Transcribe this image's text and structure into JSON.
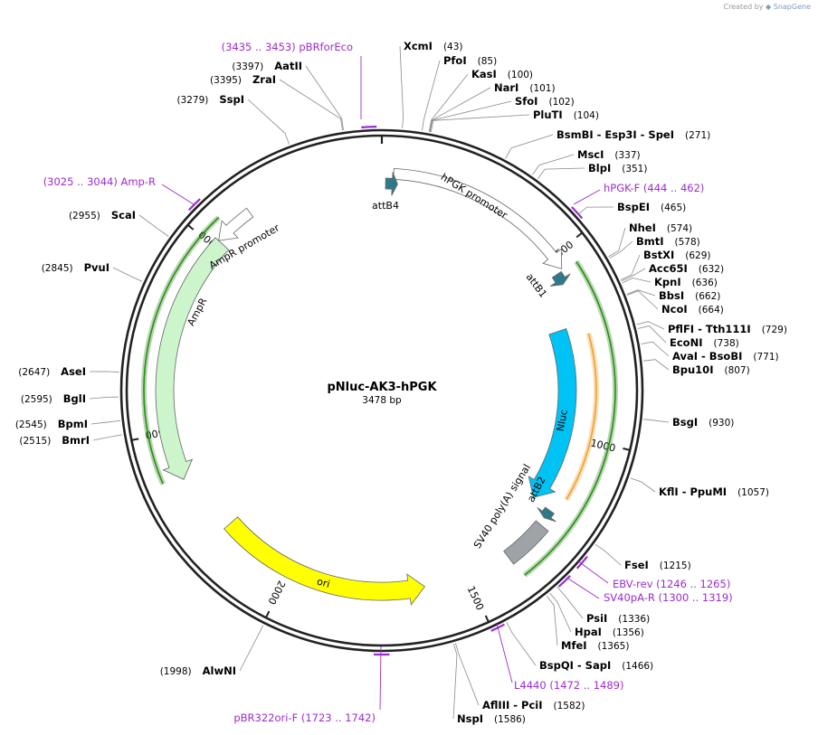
{
  "credit": {
    "prefix": "Created by",
    "brand": "SnapGene"
  },
  "plasmid": {
    "name": "pNluc-AK3-hPGK",
    "length_label": "3478 bp",
    "length": 3478
  },
  "colors": {
    "primer": "#9d2ccd",
    "ampr": "#ccf5cc",
    "nluc": "#00c3f5",
    "ori": "#ffff00",
    "polya": "#9ea3a8",
    "att": "#2e7a8a",
    "promoter": "#ffffff",
    "highlight": "#2e8b1a",
    "orange": "#f0a030"
  },
  "ticks": [
    {
      "pos": 500,
      "label": "500"
    },
    {
      "pos": 1000,
      "label": "1000"
    },
    {
      "pos": 1500,
      "label": "1500"
    },
    {
      "pos": 2000,
      "label": "2000"
    },
    {
      "pos": 2500,
      "label": "2500"
    },
    {
      "pos": 3000,
      "label": "3000"
    }
  ],
  "sites": [
    {
      "pos": 43,
      "name": "XcmI",
      "pos_label": "(43)"
    },
    {
      "pos": 85,
      "name": "PfoI",
      "pos_label": "(85)"
    },
    {
      "pos": 100,
      "name": "KasI",
      "pos_label": "(100)"
    },
    {
      "pos": 101,
      "name": "NarI",
      "pos_label": "(101)"
    },
    {
      "pos": 102,
      "name": "SfoI",
      "pos_label": "(102)"
    },
    {
      "pos": 104,
      "name": "PluTI",
      "pos_label": "(104)"
    },
    {
      "pos": 271,
      "name": "BsmBI  - Esp3I  - SpeI",
      "pos_label": "(271)"
    },
    {
      "pos": 337,
      "name": "MscI",
      "pos_label": "(337)"
    },
    {
      "pos": 351,
      "name": "BlpI",
      "pos_label": "(351)"
    },
    {
      "pos": 465,
      "name": "BspEI",
      "pos_label": "(465)"
    },
    {
      "pos": 574,
      "name": "NheI",
      "pos_label": "(574)"
    },
    {
      "pos": 578,
      "name": "BmtI",
      "pos_label": "(578)"
    },
    {
      "pos": 629,
      "name": "BstXI",
      "pos_label": "(629)"
    },
    {
      "pos": 632,
      "name": "Acc65I",
      "pos_label": "(632)"
    },
    {
      "pos": 636,
      "name": "KpnI",
      "pos_label": "(636)"
    },
    {
      "pos": 662,
      "name": "BbsI",
      "pos_label": "(662)"
    },
    {
      "pos": 664,
      "name": "NcoI",
      "pos_label": "(664)"
    },
    {
      "pos": 729,
      "name": "PflFI  - Tth111I",
      "pos_label": "(729)"
    },
    {
      "pos": 738,
      "name": "EcoNI",
      "pos_label": "(738)"
    },
    {
      "pos": 771,
      "name": "AvaI  - BsoBI",
      "pos_label": "(771)"
    },
    {
      "pos": 807,
      "name": "Bpu10I",
      "pos_label": "(807)"
    },
    {
      "pos": 930,
      "name": "BsgI",
      "pos_label": "(930)"
    },
    {
      "pos": 1057,
      "name": "KflI  - PpuMI",
      "pos_label": "(1057)"
    },
    {
      "pos": 1215,
      "name": "FseI",
      "pos_label": "(1215)"
    },
    {
      "pos": 1336,
      "name": "PsiI",
      "pos_label": "(1336)"
    },
    {
      "pos": 1356,
      "name": "HpaI",
      "pos_label": "(1356)"
    },
    {
      "pos": 1365,
      "name": "MfeI",
      "pos_label": "(1365)"
    },
    {
      "pos": 1466,
      "name": "BspQI  - SapI",
      "pos_label": "(1466)"
    },
    {
      "pos": 1582,
      "name": "AflIII  - PciI",
      "pos_label": "(1582)"
    },
    {
      "pos": 1586,
      "name": "NspI",
      "pos_label": "(1586)"
    },
    {
      "pos": 1998,
      "name": "AlwNI",
      "pos_label": "(1998)"
    },
    {
      "pos": 2515,
      "name": "BmrI",
      "pos_label": "(2515)"
    },
    {
      "pos": 2545,
      "name": "BpmI",
      "pos_label": "(2545)"
    },
    {
      "pos": 2595,
      "name": "BglI",
      "pos_label": "(2595)"
    },
    {
      "pos": 2647,
      "name": "AseI",
      "pos_label": "(2647)"
    },
    {
      "pos": 2845,
      "name": "PvuI",
      "pos_label": "(2845)"
    },
    {
      "pos": 2955,
      "name": "ScaI",
      "pos_label": "(2955)"
    },
    {
      "pos": 3279,
      "name": "SspI",
      "pos_label": "(3279)"
    },
    {
      "pos": 3395,
      "name": "ZraI",
      "pos_label": "(3395)"
    },
    {
      "pos": 3397,
      "name": "AatII",
      "pos_label": "(3397)"
    }
  ],
  "primers": [
    {
      "start": 3435,
      "end": 3453,
      "name": "pBRforEco",
      "range_label": "(3435 .. 3453)"
    },
    {
      "start": 3025,
      "end": 3044,
      "name": "Amp-R",
      "range_label": "(3025 .. 3044)"
    },
    {
      "start": 444,
      "end": 462,
      "name": "hPGK-F",
      "range_label": "(444 .. 462)"
    },
    {
      "start": 1246,
      "end": 1265,
      "name": "EBV-rev",
      "range_label": "(1246 .. 1265)"
    },
    {
      "start": 1300,
      "end": 1319,
      "name": "SV40pA-R",
      "range_label": "(1300 .. 1319)"
    },
    {
      "start": 1472,
      "end": 1489,
      "name": "L4440",
      "range_label": "(1472 .. 1489)"
    },
    {
      "start": 1723,
      "end": 1742,
      "name": "pBR322ori-F",
      "range_label": "(1723 .. 1742)"
    }
  ],
  "features": [
    {
      "name": "attB4",
      "start": 10,
      "end": 30,
      "type": "att"
    },
    {
      "name": "hPGK promoter",
      "start": 30,
      "end": 540,
      "type": "promoter"
    },
    {
      "name": "attB1",
      "start": 545,
      "end": 570,
      "type": "att"
    },
    {
      "name": "Nluc",
      "start": 690,
      "end": 1210,
      "type": "cds"
    },
    {
      "name": "attB2",
      "start": 1213,
      "end": 1238,
      "type": "att"
    },
    {
      "name": "SV40 poly(A) signal",
      "start": 1258,
      "end": 1380,
      "type": "polya"
    },
    {
      "name": "ori",
      "start": 1620,
      "end": 2210,
      "type": "ori"
    },
    {
      "name": "AmpR",
      "start": 2375,
      "end": 3020,
      "type": "cds"
    },
    {
      "name": "AmpR promoter",
      "start": 3020,
      "end": 3125,
      "type": "promoter"
    }
  ]
}
